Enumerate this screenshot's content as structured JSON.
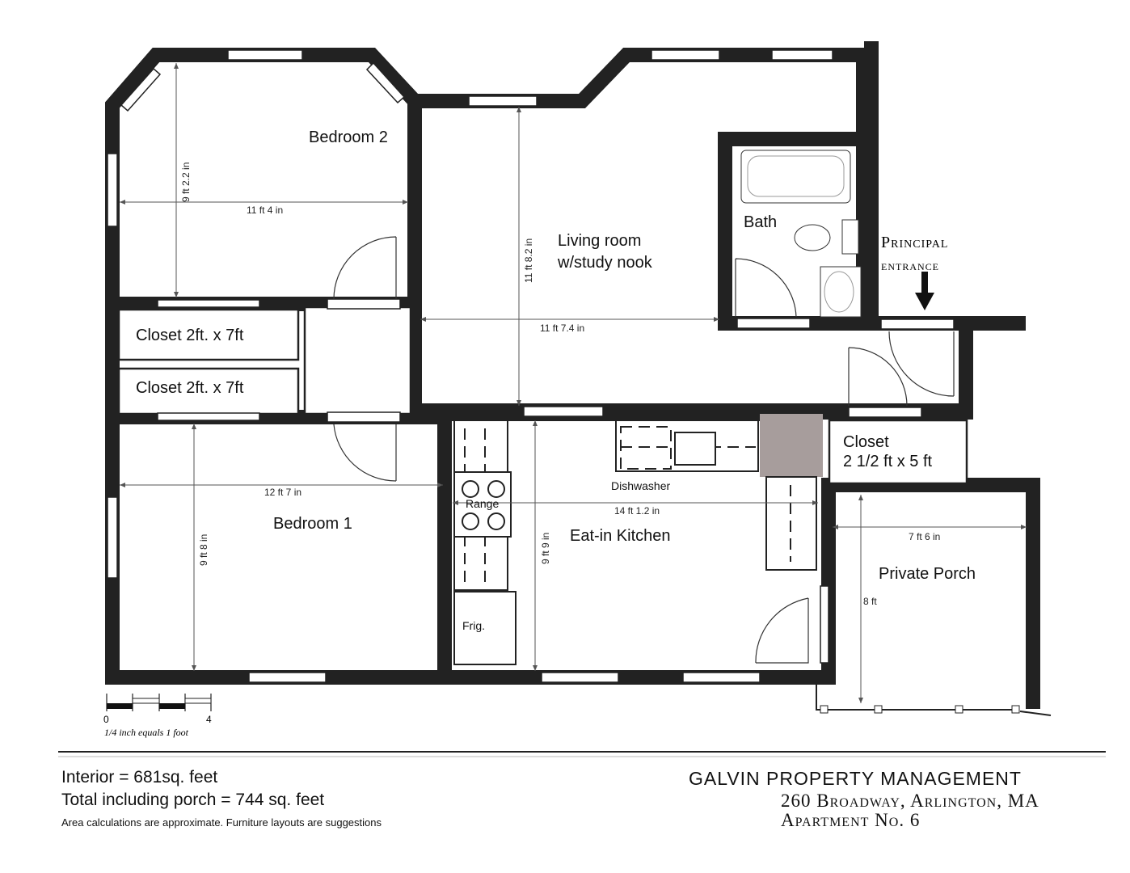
{
  "rooms": {
    "bedroom2": "Bedroom 2",
    "living1": "Living room",
    "living2": "w/study nook",
    "bath": "Bath",
    "entrance1": "Principal",
    "entrance2": "entrance",
    "closet1": "Closet 2ft. x 7ft",
    "closet2": "Closet 2ft. x 7ft",
    "bedroom1": "Bedroom 1",
    "kitchen": "Eat-in Kitchen",
    "range": "Range",
    "dishwasher": "Dishwasher",
    "frig": "Frig.",
    "closet3a": "Closet",
    "closet3b": "2 1/2 ft x 5 ft",
    "porch": "Private Porch"
  },
  "dims": {
    "b2w": "11 ft 4 in",
    "b2h": "9 ft 2.2 in",
    "lrh": "11 ft 8.2 in",
    "lrw": "11 ft 7.4 in",
    "b1w": "12 ft 7 in",
    "b1h": "9 ft 8 in",
    "kw": "14 ft 1.2 in",
    "kh": "9 ft 9 in",
    "pw": "7 ft 6 in",
    "ph": "8 ft"
  },
  "scale": {
    "zero": "0",
    "four": "4",
    "caption": "1/4 inch equals 1 foot"
  },
  "footer": {
    "interior": "Interior = 681sq. feet",
    "total": "Total including porch = 744 sq. feet",
    "note": "Area calculations are approximate. Furniture layouts are suggestions",
    "company": "GALVIN PROPERTY MANAGEMENT",
    "address": "260 Broadway, Arlington, MA",
    "apartment": "Apartment No. 6"
  }
}
